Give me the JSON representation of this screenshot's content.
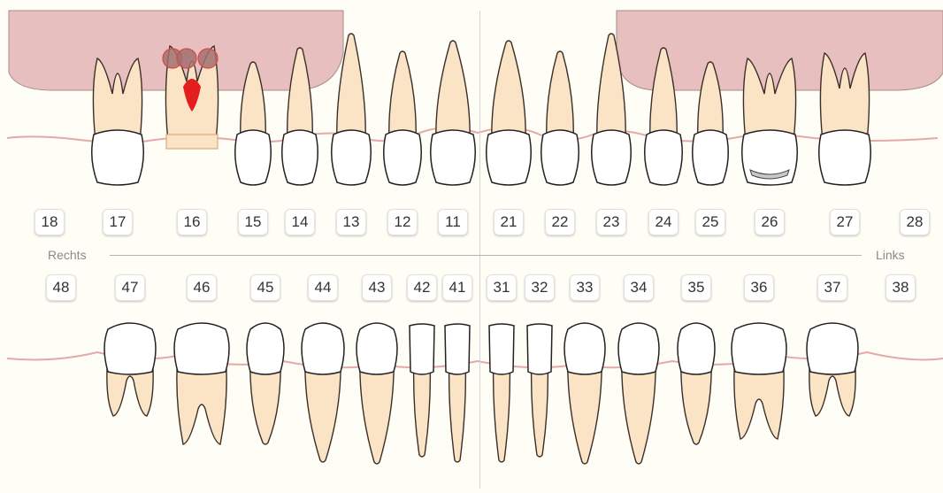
{
  "labels": {
    "right": "Rechts",
    "left": "Links"
  },
  "upper_teeth": [
    "18",
    "17",
    "16",
    "15",
    "14",
    "13",
    "12",
    "11",
    "21",
    "22",
    "23",
    "24",
    "25",
    "26",
    "27",
    "28"
  ],
  "lower_teeth": [
    "48",
    "47",
    "46",
    "45",
    "44",
    "43",
    "42",
    "41",
    "31",
    "32",
    "33",
    "34",
    "35",
    "36",
    "37",
    "38"
  ],
  "findings": [
    {
      "tooth": "16",
      "finding": "inflamed / highlighted"
    },
    {
      "tooth": "26",
      "finding": "filling"
    }
  ],
  "colors": {
    "background": "#fefdf6",
    "root": "#fbe3c6",
    "gum": "#f1c7c7",
    "bone": "#e7bcbc",
    "crown": "#ffffff",
    "inflammation": "#e41e1e"
  }
}
